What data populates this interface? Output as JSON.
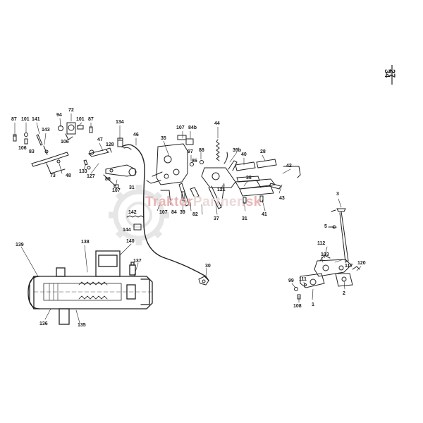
{
  "page": {
    "numerator": "27",
    "denominator": "34"
  },
  "watermark": {
    "part1": "Traktor",
    "part2": "Partner",
    "part3": ".sk",
    "color_red": "#e8b4b4",
    "color_gear": "#e6e6e6"
  },
  "labels": {
    "l87": "87",
    "l101a": "101",
    "l141": "141",
    "l94": "94",
    "l72": "72",
    "l101b": "101",
    "l87b": "87",
    "l143": "143",
    "l106a": "106",
    "l83": "83",
    "l106b": "106",
    "l73": "73",
    "l48": "48",
    "l133": "133",
    "l127": "127",
    "l47": "47",
    "l134": "134",
    "l128": "128",
    "l46": "46",
    "l89": "89",
    "l107a": "107",
    "l31a": "31",
    "l35": "35",
    "l107b": "107",
    "l84b": "84b",
    "l97": "97",
    "l88": "88",
    "l86": "86",
    "l44": "44",
    "l39b": "39b",
    "l40": "40",
    "l28": "28",
    "l38": "38",
    "l42": "42",
    "l121": "121",
    "l43": "43",
    "l107c": "107",
    "l84": "84",
    "l39": "39",
    "l82": "82",
    "l41": "41",
    "l37": "37",
    "l31b": "31",
    "l142": "142",
    "l144": "144",
    "l139": "139",
    "l138": "138",
    "l140": "140",
    "l137": "137",
    "l136": "136",
    "l135": "135",
    "l30": "30",
    "l3": "3",
    "l5": "5",
    "l112": "112",
    "l103": "103",
    "l117": "117",
    "l120": "120",
    "l99": "99",
    "l111": "111",
    "l108": "108",
    "l1": "1",
    "l2": "2"
  }
}
